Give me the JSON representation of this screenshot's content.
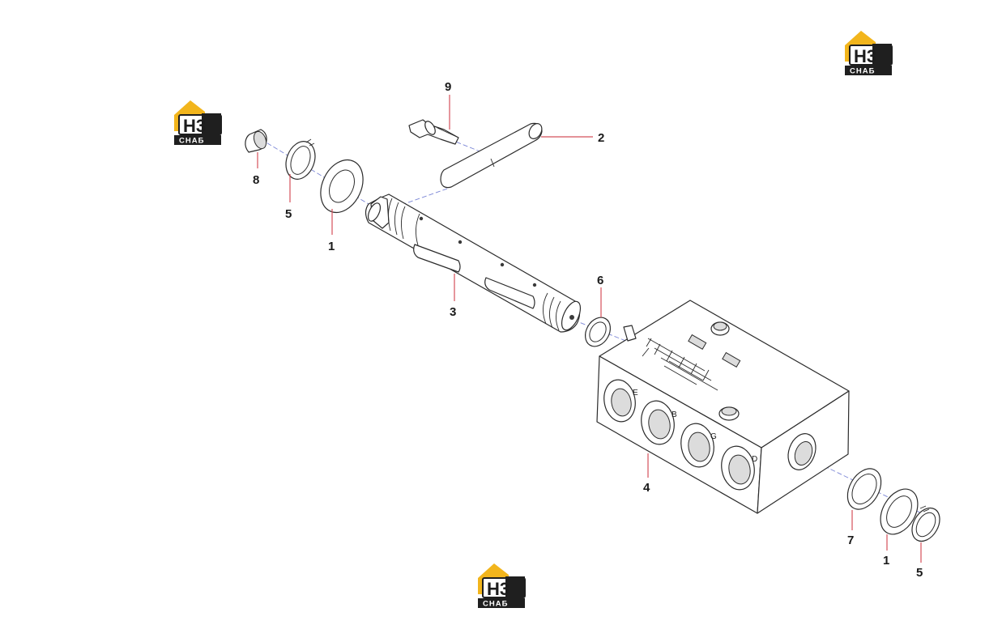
{
  "logo": {
    "main": "H3",
    "sub": "CHAБ",
    "colors": {
      "roof": "#f2b51c",
      "box": "#1f1f1f"
    }
  },
  "callouts": {
    "c1a": "1",
    "c1b": "1",
    "c2": "2",
    "c3": "3",
    "c4": "4",
    "c5a": "5",
    "c5b": "5",
    "c6": "6",
    "c7": "7",
    "c8": "8",
    "c9": "9"
  },
  "port_letters": {
    "e": "E",
    "b": "B",
    "g": "G",
    "d": "D"
  },
  "colors": {
    "leader": "#d4505a",
    "axis": "#7b86d6"
  }
}
